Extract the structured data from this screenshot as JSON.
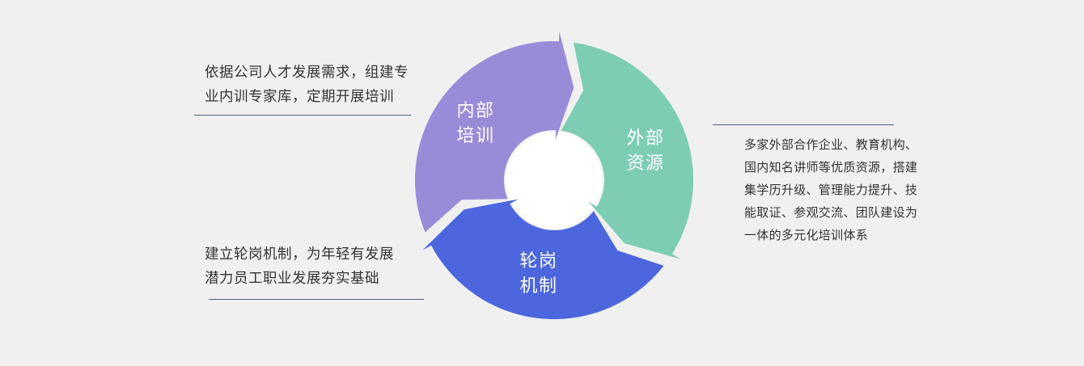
{
  "background": "#f0f0f0",
  "diagram": {
    "center_color": "#ffffff",
    "segments": [
      {
        "id": "internal-training",
        "line1": "内部",
        "line2": "培训",
        "color": "#9a8bd9"
      },
      {
        "id": "external-resources",
        "line1": "外部",
        "line2": "资源",
        "color": "#7dcdb4"
      },
      {
        "id": "rotation-mechanism",
        "line1": "轮岗",
        "line2": "机制",
        "color": "#4c66dd"
      }
    ]
  },
  "annotations": {
    "internal_training": {
      "lines": [
        "依据公司人才发展需求，组建专",
        "业内训专家库，定期开展培训"
      ]
    },
    "rotation_mechanism": {
      "lines": [
        "建立轮岗机制，为年轻有发展",
        "潜力员工职业发展夯实基础"
      ]
    },
    "external_resources": {
      "lines": [
        "多家外部合作企业、教育机构、",
        "国内知名讲师等优质资源，搭建",
        "集学历升级、管理能力提升、技",
        "能取证、参观交流、团队建设为",
        "一体的多元化培训体系"
      ]
    }
  },
  "divider_color": "#525d85"
}
